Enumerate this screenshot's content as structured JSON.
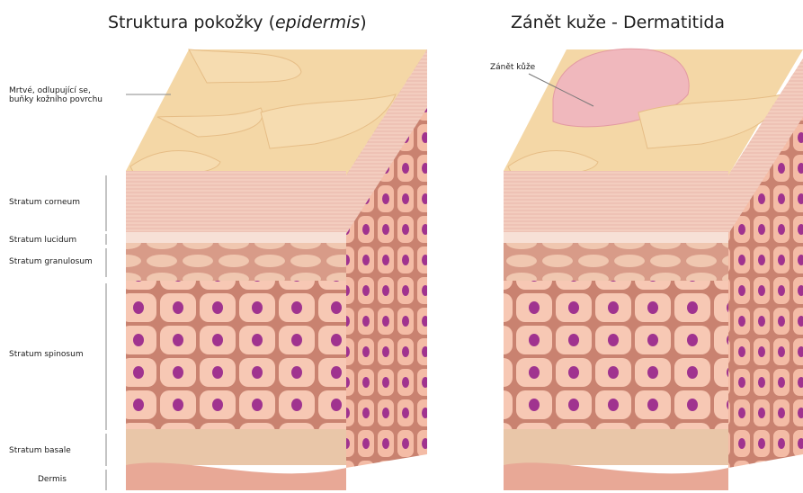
{
  "titles": {
    "left_prefix": "Struktura pokožky (",
    "left_italic": "epidermis",
    "left_suffix": ")",
    "right": "Zánět kuže - Dermatitida"
  },
  "labels": {
    "dead_cells": "Mrtvé, odlupující se,\nbuňky kožního povrchu",
    "corneum": "Stratum corneum",
    "lucidum": "Stratum lucidum",
    "granulosum": "Stratum granulosum",
    "spinosum": "Stratum spinosum",
    "basale": "Stratum basale",
    "dermis": "Dermis",
    "inflammation": "Zánět kůže"
  },
  "colors": {
    "surface": "#f4d7a6",
    "corneum": "#f2cdbd",
    "cell_fill": "#f7c8b4",
    "cell_border": "#c98270",
    "nucleus": "#a0338f",
    "inflamed": "#f0b8bd",
    "dermis": "#e8a896"
  }
}
